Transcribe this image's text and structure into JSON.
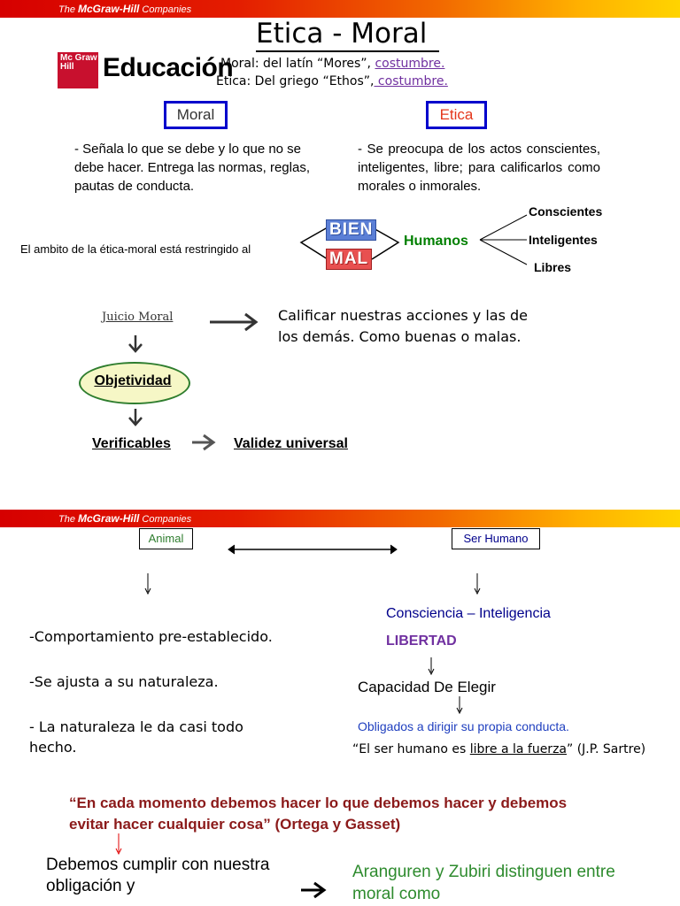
{
  "slide1": {
    "banner": {
      "brand_prefix": "The ",
      "brand_name": "McGraw-Hill",
      "brand_suffix": " Companies"
    },
    "title": "Etica - Moral",
    "logo": {
      "box_text": "Mc Graw Hill",
      "word": "Educación"
    },
    "definitions": {
      "moral_prefix": "Moral:  del latín “Mores”, ",
      "moral_link": "costumbre.",
      "etica_prefix": "Etica:  Del griego “Ethos”,",
      "etica_link": " costumbre."
    },
    "moral_box": "Moral",
    "etica_box": "Etica",
    "moral_text": "- Señala lo que se debe y lo que no se debe hacer. Entrega las normas, reglas, pautas de conducta.",
    "etica_text": "- Se preocupa de los actos conscientes, inteligentes, libre; para calificarlos como morales o inmorales.",
    "ambito_text": "El ambito de la ética-moral está restringido al",
    "bien": "BIEN",
    "mal": "MAL",
    "humanos": "Humanos",
    "branches": [
      "Conscientes",
      "Inteligentes",
      "Libres"
    ],
    "juicio_moral": "Juicio Moral",
    "calificar": "Calificar nuestras acciones y las de los demás. Como buenas o malas.",
    "objetividad": "Objetividad",
    "verificables": "Verificables",
    "validez": "Validez universal",
    "colors": {
      "red": "#e4361b",
      "blue": "#0000cc",
      "green": "#008000",
      "purple": "#7030a0"
    }
  },
  "slide2": {
    "banner": {
      "brand_prefix": "The ",
      "brand_name": "McGraw-Hill",
      "brand_suffix": " Companies"
    },
    "animal": "Animal",
    "ser_humano": "Ser Humano",
    "animal_points": [
      "-Comportamiento pre-establecido.",
      "-Se ajusta a su naturaleza.",
      "- La naturaleza le da casi todo hecho."
    ],
    "consciencia": "Consciencia – Inteligencia",
    "libertad": "LIBERTAD",
    "capacidad": "Capacidad De Elegir",
    "obligados": "Obligados a dirigir su propia conducta.",
    "sartre_prefix": "“El ser humano es ",
    "sartre_underlined": "libre a la fuerza",
    "sartre_suffix": "” (J.P. Sartre)",
    "quote": "“En cada momento debemos hacer lo que debemos hacer y debemos evitar hacer cualquier cosa” (Ortega y Gasset)",
    "debemos": "Debemos cumplir con nuestra obligación y",
    "aranguren": "Aranguren y Zubiri distinguen entre moral como",
    "colors": {
      "dark_red": "#8b1a1a",
      "navy": "#00008b",
      "purple": "#7030a0",
      "green": "#2e8b2e"
    }
  }
}
